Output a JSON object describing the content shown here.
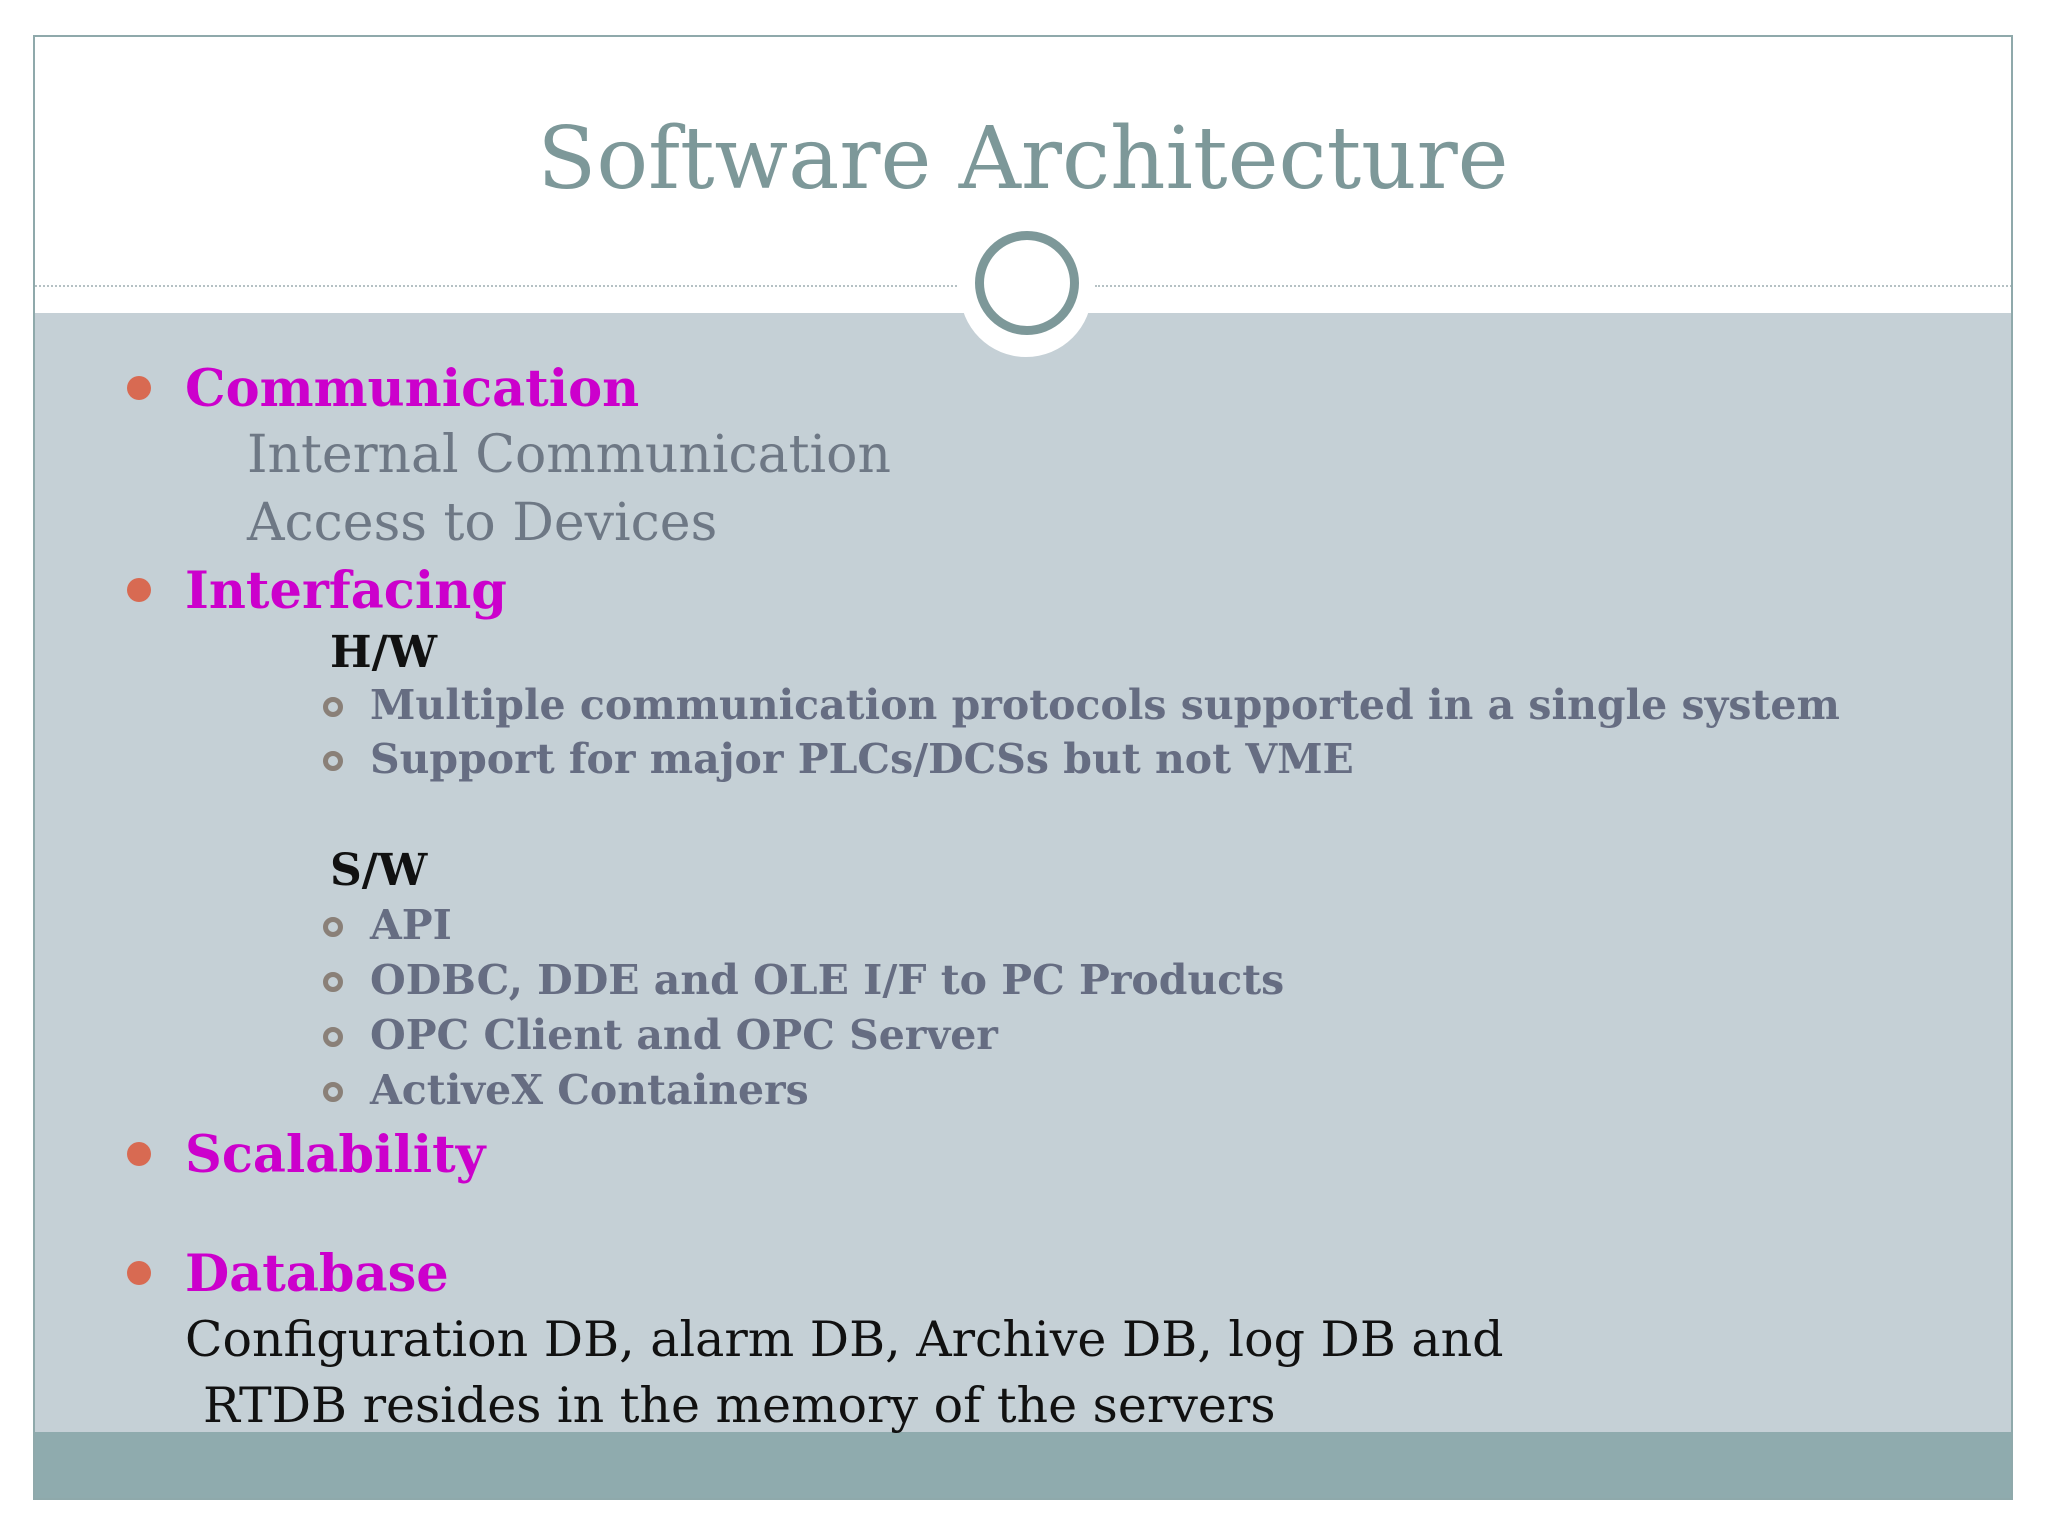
{
  "slide": {
    "title": "Software Architecture",
    "sections": {
      "communication": {
        "heading": "Communication",
        "items": [
          "Internal Communication",
          "Access to Devices"
        ]
      },
      "interfacing": {
        "heading": "Interfacing",
        "hw": {
          "label": "H/W",
          "items": [
            "Multiple communication protocols supported in a single system",
            "Support for major PLCs/DCSs but not VME"
          ]
        },
        "sw": {
          "label": "S/W",
          "items": [
            "API",
            "ODBC, DDE and OLE I/F to PC Products",
            "OPC Client and OPC Server",
            "ActiveX Containers"
          ]
        }
      },
      "scalability": {
        "heading": "Scalability"
      },
      "database": {
        "heading": "Database",
        "line1": "Configuration DB, alarm DB, Archive DB, log DB and",
        "line2": "RTDB resides in the memory of the servers"
      }
    }
  },
  "colors": {
    "title": "#7d9899",
    "heading": "#cc00cc",
    "bullet": "#d86a52",
    "content_background": "#c5d0d6",
    "footer": "#8fabae"
  }
}
